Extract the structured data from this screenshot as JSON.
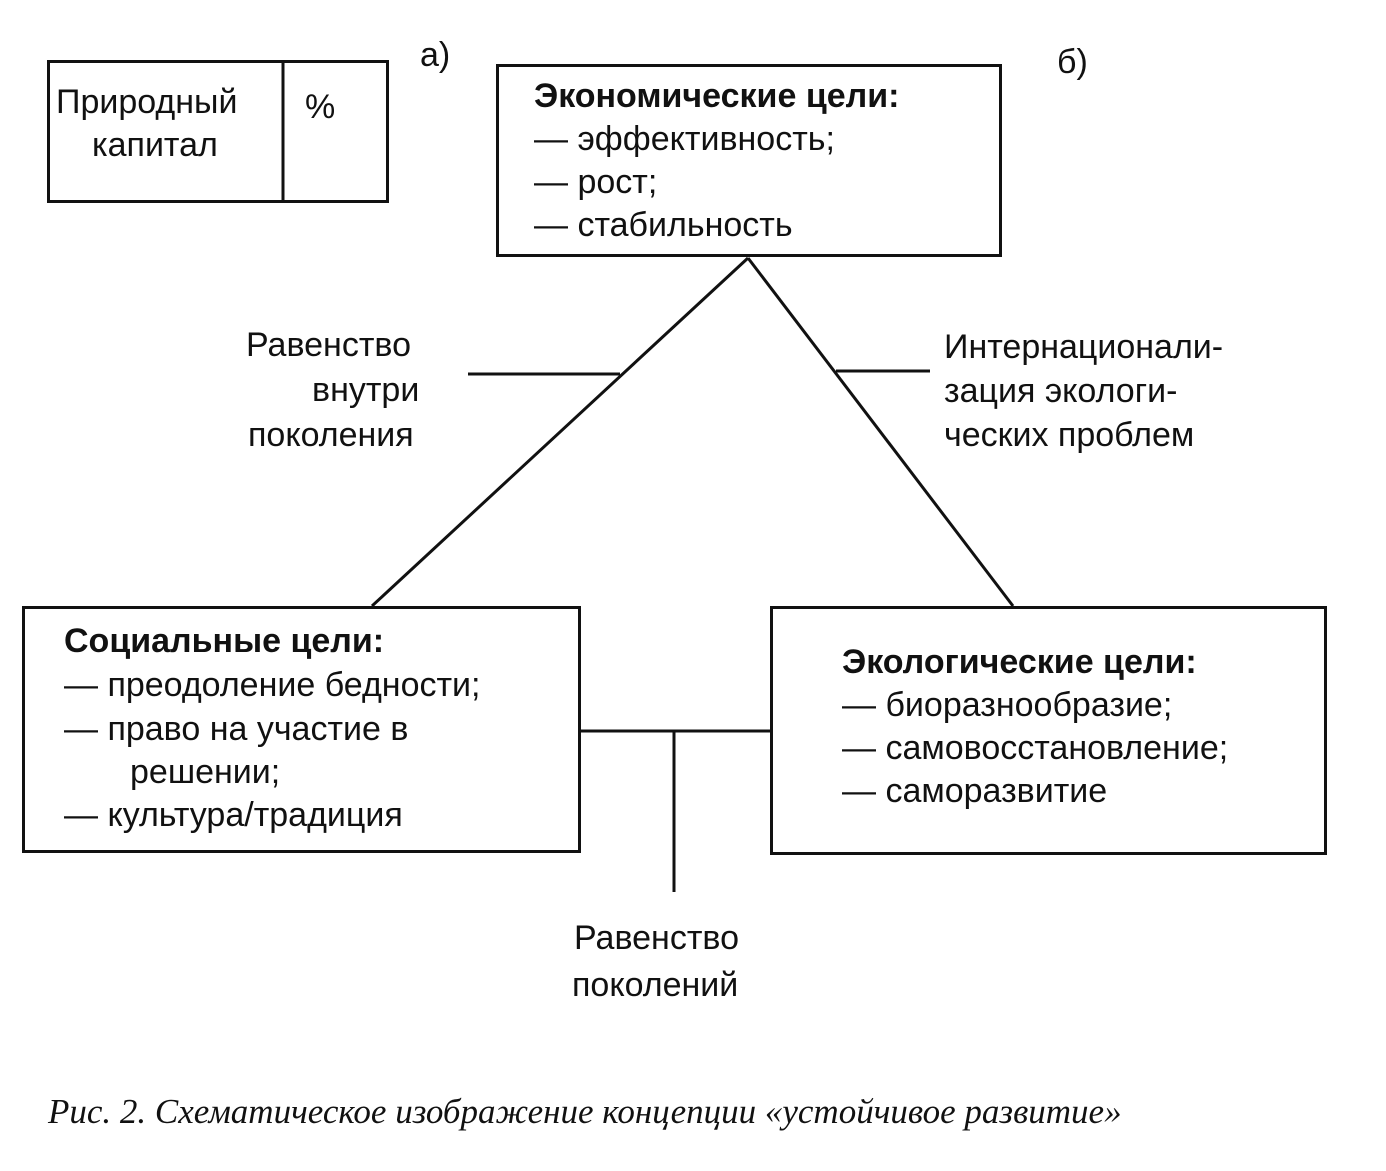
{
  "part_a": {
    "label": "а)",
    "cell_left_line1": "Природный",
    "cell_left_line2": "капитал",
    "cell_right": "%"
  },
  "part_b": {
    "label": "б)",
    "economic": {
      "title": "Экономические цели:",
      "items": [
        "— эффективность;",
        "— рост;",
        "— стабильность"
      ]
    },
    "social": {
      "title": "Социальные цели:",
      "items": [
        "— преодоление бедности;",
        "— право на участие в",
        "решении;",
        "— культура/традиция"
      ]
    },
    "ecological": {
      "title": "Экологические цели:",
      "items": [
        "— биоразнообразие;",
        "— самовосстановление;",
        "— саморазвитие"
      ]
    },
    "left_link": [
      "Равенство",
      "внутри",
      "поколения"
    ],
    "right_link": [
      "Интернационали-",
      "зация экологи-",
      "ческих проблем"
    ],
    "bottom_link": [
      "Равенство",
      "поколений"
    ]
  },
  "caption": "Рис. 2. Схематическое изображение концепции «устойчивое развитие»",
  "colors": {
    "ink": "#111111",
    "paper": "#ffffff"
  }
}
